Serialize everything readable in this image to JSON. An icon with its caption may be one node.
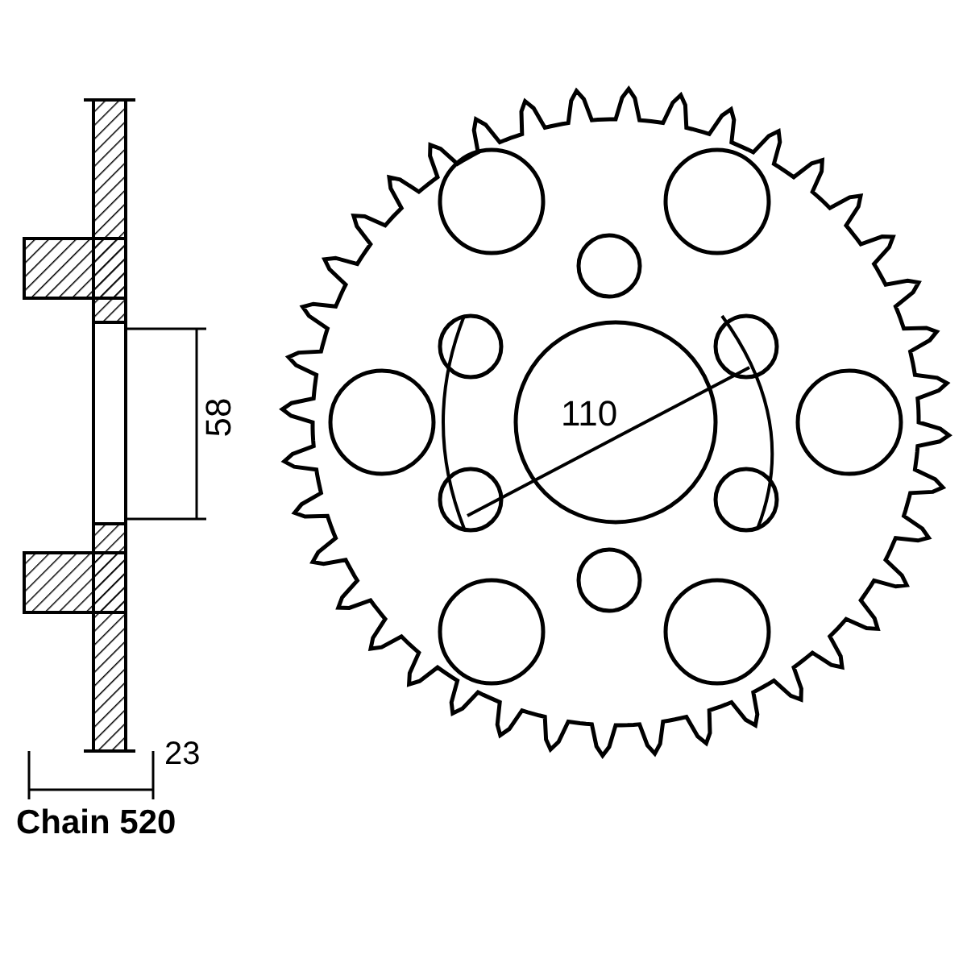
{
  "diagram": {
    "labels": [
      "58",
      "110",
      "23",
      "Chain 520"
    ]
  }
}
